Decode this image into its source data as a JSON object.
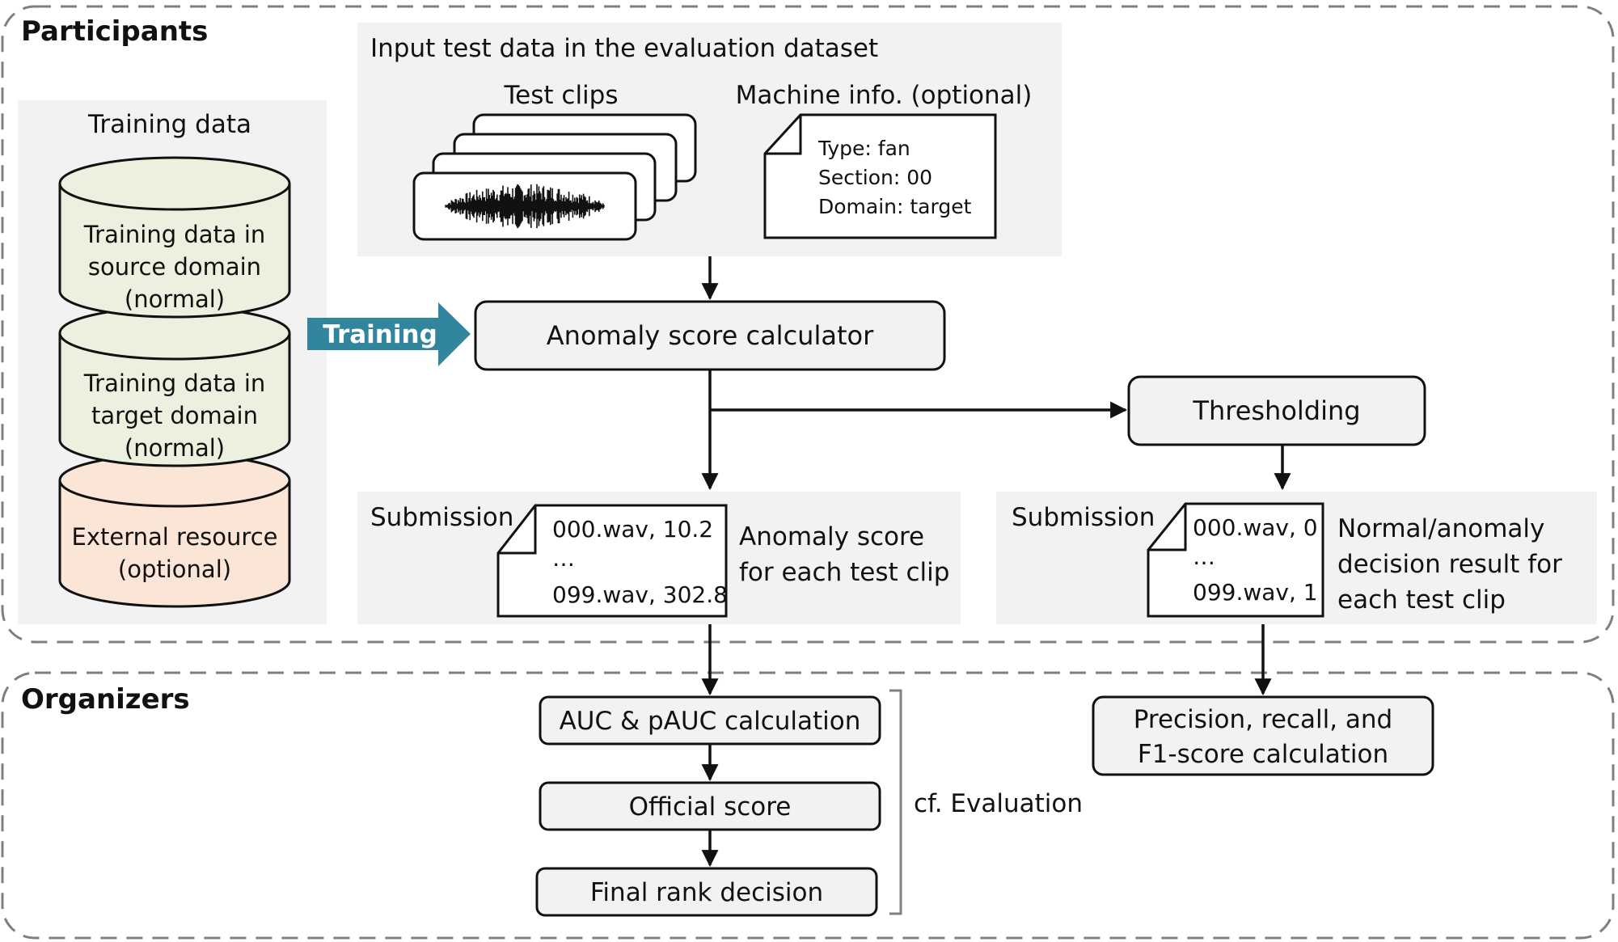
{
  "participants": {
    "title": "Participants"
  },
  "organizers": {
    "title": "Organizers"
  },
  "training_data": {
    "title": "Training data",
    "source": [
      "Training data in",
      "source domain",
      "(normal)"
    ],
    "target": [
      "Training data in",
      "target domain",
      "(normal)"
    ],
    "external": [
      "External resource",
      "(optional)"
    ]
  },
  "training_arrow": {
    "label": "Training"
  },
  "input_panel": {
    "title": "Input test data in the evaluation dataset",
    "test_clips_label": "Test clips",
    "machine_info_label": "Machine info. (optional)",
    "machine_info_lines": [
      "Type: fan",
      "Section: 00",
      "Domain: target"
    ]
  },
  "anomaly_calculator": {
    "label": "Anomaly score calculator"
  },
  "thresholding": {
    "label": "Thresholding"
  },
  "submission_scores": {
    "label": "Submission",
    "lines": [
      "000.wav, 10.2",
      "…",
      "099.wav, 302.8"
    ],
    "description": [
      "Anomaly score",
      "for each test clip"
    ]
  },
  "submission_decisions": {
    "label": "Submission",
    "lines": [
      "000.wav, 0",
      "…",
      "099.wav, 1"
    ],
    "description": [
      "Normal/anomaly",
      "decision result for",
      "each test clip"
    ]
  },
  "auc_box": {
    "label": "AUC & pAUC calculation"
  },
  "official_score_box": {
    "label": "Official score"
  },
  "final_rank_box": {
    "label": "Final rank decision"
  },
  "evaluation_note": {
    "label": "cf. Evaluation"
  },
  "precision_box": {
    "lines": [
      "Precision, recall, and",
      "F1-score calculation"
    ]
  },
  "colors": {
    "panel_gray": "#f2f2f2",
    "box_fill": "#f2f2f2",
    "cyl_green": "#ebf1de",
    "cyl_orange": "#fbe5d6",
    "training_teal": "#31859c",
    "dash_gray": "#7f7f7f"
  }
}
